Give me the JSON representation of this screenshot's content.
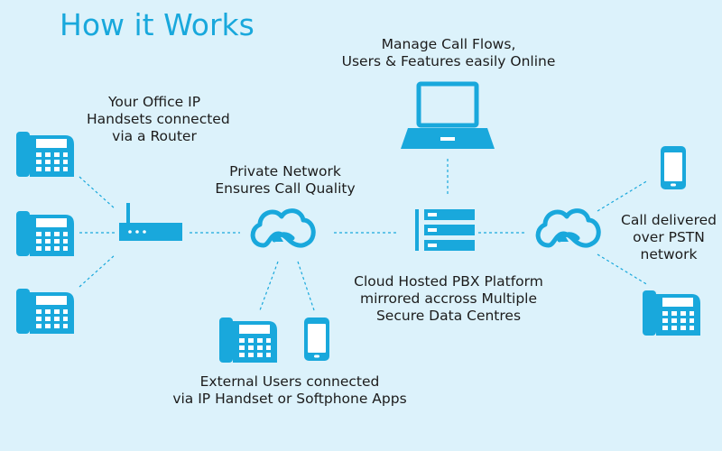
{
  "title": "How it Works",
  "colors": {
    "background": "#dcf2fb",
    "accent": "#19a8dc",
    "text": "#1c1c1c"
  },
  "labels": {
    "office_handsets": [
      "Your Office IP",
      "Handsets connected",
      "via a Router"
    ],
    "private_network": [
      "Private Network",
      "Ensures Call Quality"
    ],
    "manage_calls": [
      "Manage Call Flows,",
      "Users & Features easily Online"
    ],
    "cloud_pbx": [
      "Cloud Hosted PBX Platform",
      "mirrored accross Multiple",
      "Secure Data Centres"
    ],
    "external_users": [
      "External Users connected",
      "via IP Handset or Softphone Apps"
    ],
    "pstn": [
      "Call delivered",
      "over PSTN",
      "network"
    ]
  },
  "icons": {
    "office_phones": "desk-phone-icon",
    "router": "router-icon",
    "private_cloud": "cloud-network-icon",
    "laptop": "laptop-icon",
    "server": "server-icon",
    "pstn_cloud": "cloud-network-icon",
    "mobile": "mobile-phone-icon",
    "external_phone": "desk-phone-icon",
    "external_mobile": "mobile-phone-icon"
  }
}
